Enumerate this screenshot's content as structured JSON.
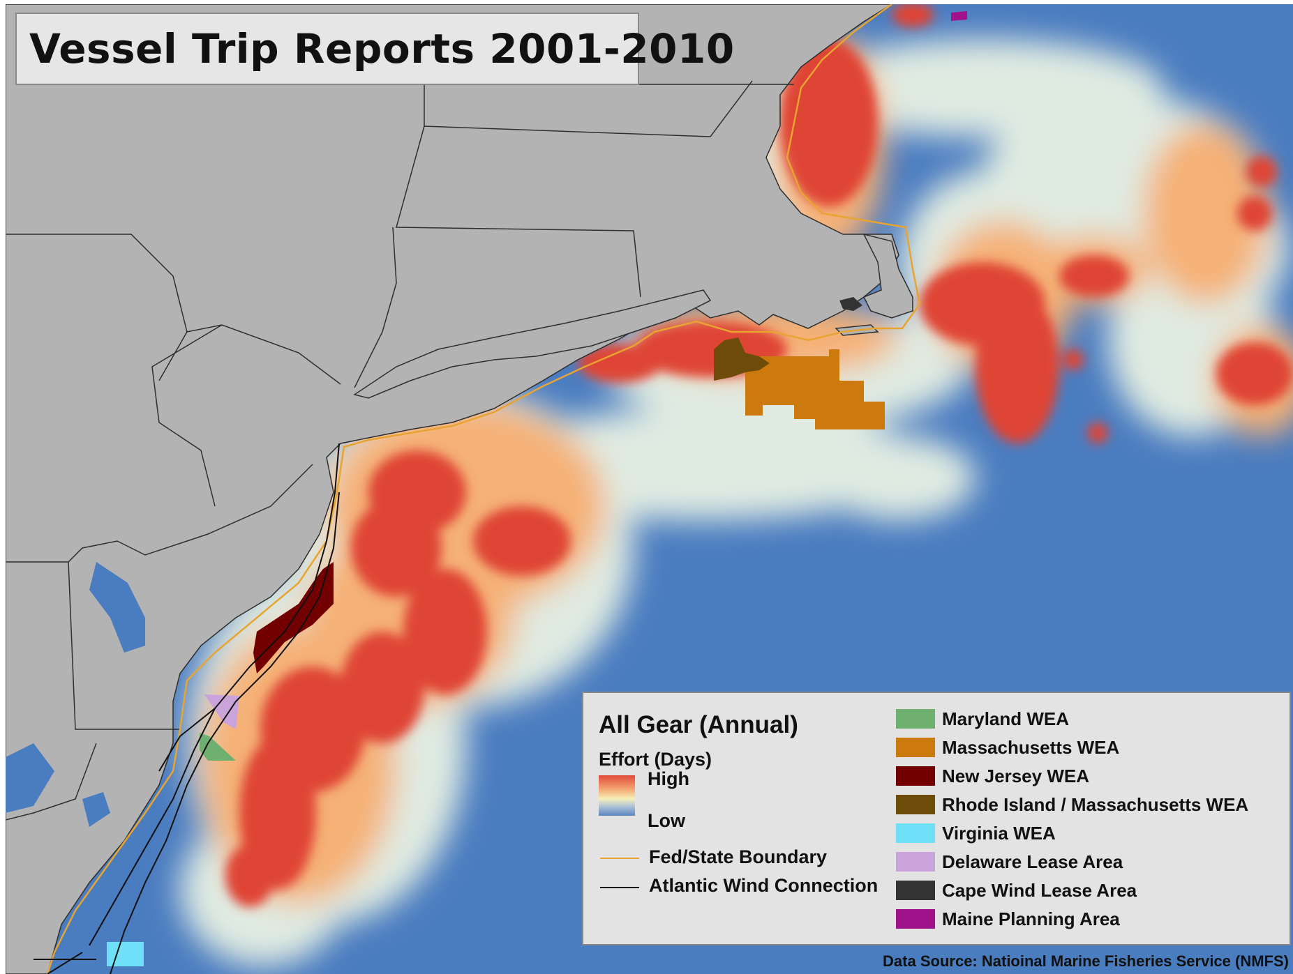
{
  "title": "Vessel Trip Reports 2001-2010",
  "legend": {
    "title": "All Gear (Annual)",
    "subtitle": "Effort (Days)",
    "ramp": {
      "high_label": "High",
      "low_label": "Low",
      "colors": [
        "#e04a3a",
        "#f5a872",
        "#f7f0b8",
        "#a9c0d6",
        "#5b86bf"
      ]
    },
    "lines": [
      {
        "label": "Fed/State Boundary",
        "color": "#e8a430"
      },
      {
        "label": "Atlantic Wind Connection",
        "color": "#111111"
      }
    ],
    "areas": [
      {
        "label": "Maryland WEA",
        "color": "#6fb071"
      },
      {
        "label": "Massachusetts WEA",
        "color": "#cc7a0e"
      },
      {
        "label": "New Jersey WEA",
        "color": "#720000"
      },
      {
        "label": "Rhode Island / Massachusetts WEA",
        "color": "#6e4c0a"
      },
      {
        "label": "Virginia WEA",
        "color": "#6fe0f7"
      },
      {
        "label": "Delaware Lease Area",
        "color": "#c9a3da"
      },
      {
        "label": "Cape Wind Lease Area",
        "color": "#333333"
      },
      {
        "label": "Maine Planning Area",
        "color": "#a0128a"
      }
    ]
  },
  "source": "Data Source: Natioinal Marine Fisheries Service (NMFS)",
  "colors": {
    "ocean": "#4a7cc0",
    "land": "#b3b3b3",
    "state_border": "#2e2e2e",
    "effort_high": "#df4436",
    "effort_mid": "#f7f1c0"
  }
}
